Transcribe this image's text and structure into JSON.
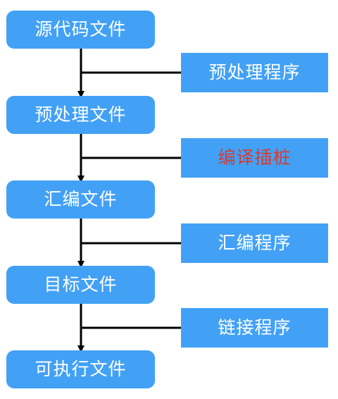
{
  "colors": {
    "box_fill": "#42A1F5",
    "connector": "#000000",
    "label_default": "#FFFFFF",
    "label_highlight": "#D93A2F"
  },
  "stages": [
    {
      "label": "源代码文件"
    },
    {
      "label": "预处理文件"
    },
    {
      "label": "汇编文件"
    },
    {
      "label": "目标文件"
    },
    {
      "label": "可执行文件"
    }
  ],
  "tools": [
    {
      "label": "预处理程序",
      "highlight": false
    },
    {
      "label": "编译插桩",
      "highlight": true
    },
    {
      "label": "汇编程序",
      "highlight": false
    },
    {
      "label": "链接程序",
      "highlight": false
    }
  ]
}
